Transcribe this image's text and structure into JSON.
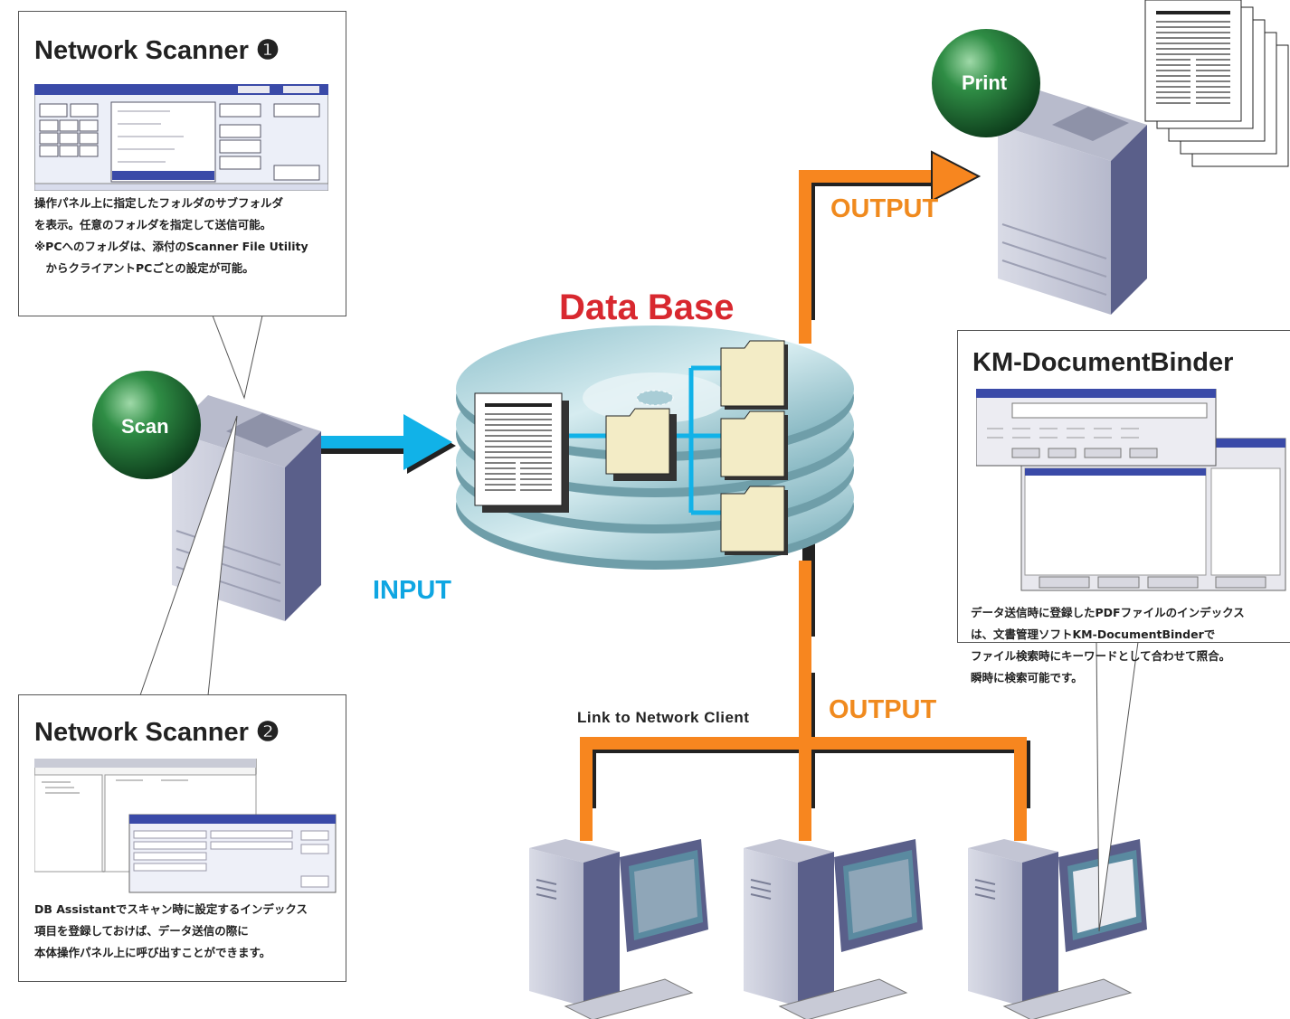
{
  "colors": {
    "input_arrow": "#11b2e8",
    "output_arrow": "#f7861f",
    "title_red": "#d8282f",
    "label_blue": "#0fa6e2",
    "label_orange": "#f08a1e",
    "sphere_green": "#1f7a3a",
    "disc": "#a9cdd6",
    "folder": "#f3ecc6"
  },
  "icons": [
    "printer-icon",
    "folder-icon",
    "document-icon",
    "computer-icon",
    "database-disc-icon",
    "sphere-icon"
  ],
  "scanner1": {
    "title": "Network Scanner ❶",
    "desc": [
      "操作パネル上に指定したフォルダのサブフォルダ",
      "を表示。任意のフォルダを指定して送信可能。",
      "※PCへのフォルダは、添付のScanner File Utility",
      "　からクライアントPCごとの設定が可能。"
    ]
  },
  "scanner2": {
    "title": "Network Scanner ❷",
    "desc": [
      "DB Assistantでスキャン時に設定するインデックス",
      "項目を登録しておけば、データ送信の際に",
      "本体操作パネル上に呼び出すことができます。"
    ]
  },
  "binder": {
    "title": "KM-DocumentBinder",
    "desc": [
      "データ送信時に登録したPDFファイルのインデックス",
      "は、文書管理ソフトKM-DocumentBinderで",
      "ファイル検索時にキーワードとして合わせて照合。",
      "瞬時に検索可能です。"
    ]
  },
  "labels": {
    "scan": "Scan",
    "print": "Print",
    "database": "Data Base",
    "input": "INPUT",
    "output_top": "OUTPUT",
    "output_bottom": "OUTPUT",
    "link": "Link to Network Client"
  }
}
